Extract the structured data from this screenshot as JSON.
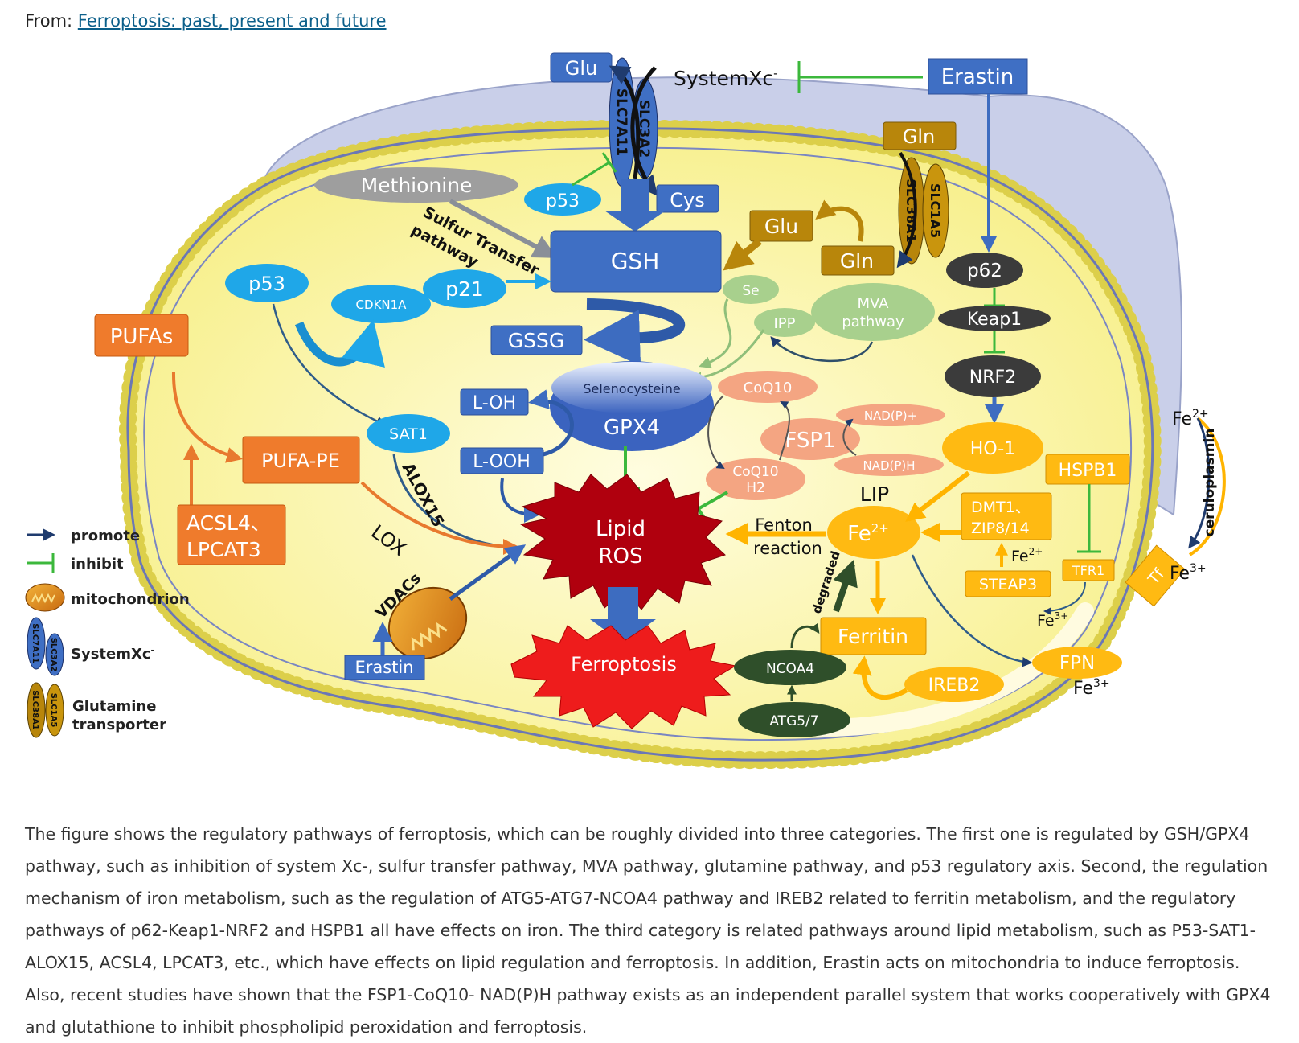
{
  "source": {
    "prefix": "From: ",
    "link_text": "Ferroptosis: past, present and future"
  },
  "caption": "The figure shows the regulatory pathways of ferroptosis, which can be roughly divided into three categories. The first one is regulated by GSH/GPX4 pathway, such as inhibition of system Xc-, sulfur transfer pathway, MVA pathway, glutamine pathway, and p53 regulatory axis. Second, the regulation mechanism of iron metabolism, such as the regulation of ATG5-ATG7-NCOA4 pathway and IREB2 related to ferritin metabolism, and the regulatory pathways of p62-Keap1-NRF2 and HSPB1 all have effects on iron. The third category is related pathways around lipid metabolism, such as P53-SAT1-ALOX15, ACSL4, LPCAT3, etc., which have effects on lipid regulation and ferroptosis. In addition, Erastin acts on mitochondria to induce ferroptosis. Also, recent studies have shown that the FSP1-CoQ10- NAD(P)H pathway exists as an independent parallel system that works cooperatively with GPX4 and glutathione to inhibit phospholipid peroxidation and ferroptosis.",
  "diagram": {
    "glu_top": "Glu",
    "slc7a11": "SLC7A11",
    "slc3a2": "SLC3A2",
    "systemxc": "SystemXc",
    "systemxc_sup": "-",
    "erastin_top": "Erastin",
    "gln_top": "Gln",
    "slc38a1": "SLC38A1",
    "slc1a5": "SLC1A5",
    "methionine": "Methionine",
    "p53_small": "p53",
    "cys": "Cys",
    "glu_mid": "Glu",
    "gln_mid": "Gln",
    "sulfur_transfer": "Sulfur Transfer",
    "pathway": "pathway",
    "gsh": "GSH",
    "p53_left": "p53",
    "p21": "p21",
    "cdkn1a": "CDKN1A",
    "se": "Se",
    "ipp": "IPP",
    "mva_1": "MVA",
    "mva_2": "pathway",
    "p62": "p62",
    "keap1": "Keap1",
    "nrf2": "NRF2",
    "pufas": "PUFAs",
    "gssg": "GSSG",
    "selenocysteine": "Selenocysteine",
    "gpx4": "GPX4",
    "l_oh": "L-OH",
    "l_ooh": "L-OOH",
    "coq10": "CoQ10",
    "coq10h2_1": "CoQ10",
    "coq10h2_2": "H2",
    "fsp1": "FSP1",
    "nadp_plus": "NAD(P)+",
    "nadph": "NAD(P)H",
    "sat1": "SAT1",
    "alox15": "ALOX15",
    "lox": "LOX",
    "pufa_pe": "PUFA-PE",
    "acsl4_1": "ACSL4、",
    "acsl4_2": "LPCAT3",
    "lipid_ros_1": "Lipid",
    "lipid_ros_2": "ROS",
    "ferroptosis": "Ferroptosis",
    "lip": "LIP",
    "fenton_1": "Fenton",
    "fenton_2": "reaction",
    "fe2_center": "Fe",
    "fe2_center_sup": "2+",
    "ho1": "HO-1",
    "hspb1": "HSPB1",
    "dmt1_1": "DMT1、",
    "dmt1_2": "ZIP8/14",
    "fe2_small": "Fe",
    "fe2_small_sup": "2+",
    "steap3": "STEAP3",
    "tfr1": "TFR1",
    "tf": "Tf",
    "fe2_right": "Fe",
    "fe2_right_sup": "2+",
    "ceruloplasmin": "ceruloplasmin",
    "fe3_right": "Fe",
    "fe3_right_sup": "3+",
    "fe3_small": "Fe",
    "fe3_small_sup": "3+",
    "fe3_bottom": "Fe",
    "fe3_bottom_sup": "3+",
    "fpn": "FPN",
    "degraded": "degraded",
    "ferritin": "Ferritin",
    "ncoa4": "NCOA4",
    "ireb2": "IREB2",
    "atg57": "ATG5/7",
    "vdacs": "VDACs",
    "erastin_bottom": "Erastin",
    "legend": {
      "promote": "promote",
      "inhibit": "inhibit",
      "mitochondrion": "mitochondrion",
      "systemxc": "SystemXc",
      "systemxc_sup": "-",
      "glutamine_1": "Glutamine",
      "glutamine_2": "transporter",
      "slc7a11": "SLC7A11",
      "slc3a2": "SLC3A2",
      "slc38a1": "SLC38A1",
      "slc1a5": "SLC1A5"
    }
  },
  "colors": {
    "blue_box": "#3f6fc4",
    "cyan": "#1fa7e8",
    "orange": "#ef7b2c",
    "gold": "#ffba12",
    "olive": "#b8860b",
    "dark_red": "#b0000e",
    "red": "#ee1c1c",
    "dark_green": "#2f4f2a",
    "light_green": "#a8d08d",
    "salmon": "#f4a582",
    "inhibit_green": "#3cb83c",
    "cytoplasm": "#fbf7a8",
    "membrane_bump": "#c8cde8"
  }
}
